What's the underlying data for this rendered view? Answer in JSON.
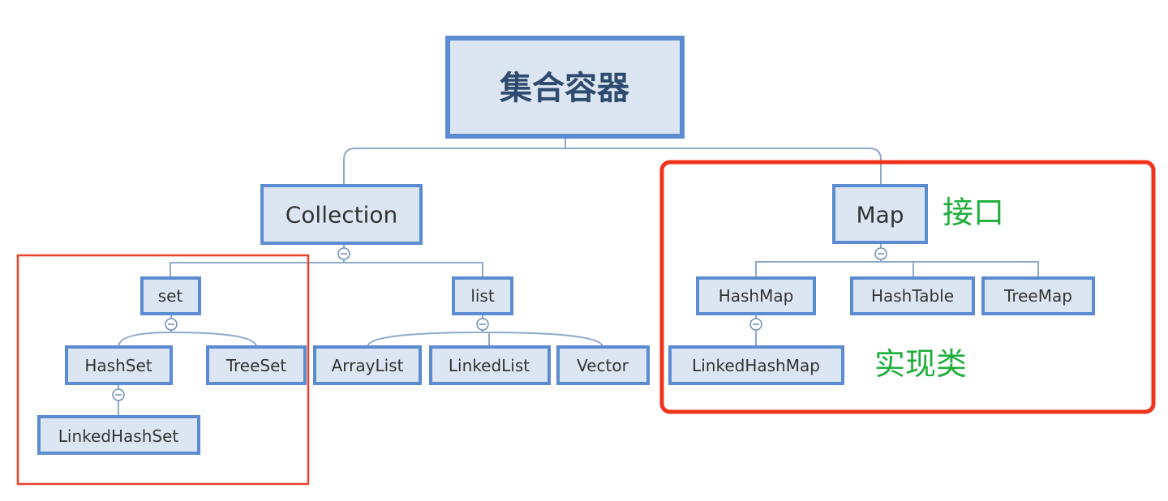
{
  "root": {
    "label": "集合容器"
  },
  "collection": {
    "label": "Collection",
    "set": {
      "label": "set",
      "hashset": {
        "label": "HashSet"
      },
      "linkedhashset": {
        "label": "LinkedHashSet"
      },
      "treeset": {
        "label": "TreeSet"
      }
    },
    "list": {
      "label": "list",
      "arraylist": {
        "label": "ArrayList"
      },
      "linkedlist": {
        "label": "LinkedList"
      },
      "vector": {
        "label": "Vector"
      }
    }
  },
  "map": {
    "label": "Map",
    "hashmap": {
      "label": "HashMap"
    },
    "linkedhashmap": {
      "label": "LinkedHashMap"
    },
    "hashtable": {
      "label": "HashTable"
    },
    "treemap": {
      "label": "TreeMap"
    }
  },
  "annotations": {
    "interface": "接口",
    "implementation": "实现类"
  },
  "colors": {
    "node_fill": "#dce6f2",
    "node_border": "#5b8bd0",
    "connector": "#8fa9c9",
    "highlight": "#f0341c",
    "annotation": "#1fae3c"
  }
}
